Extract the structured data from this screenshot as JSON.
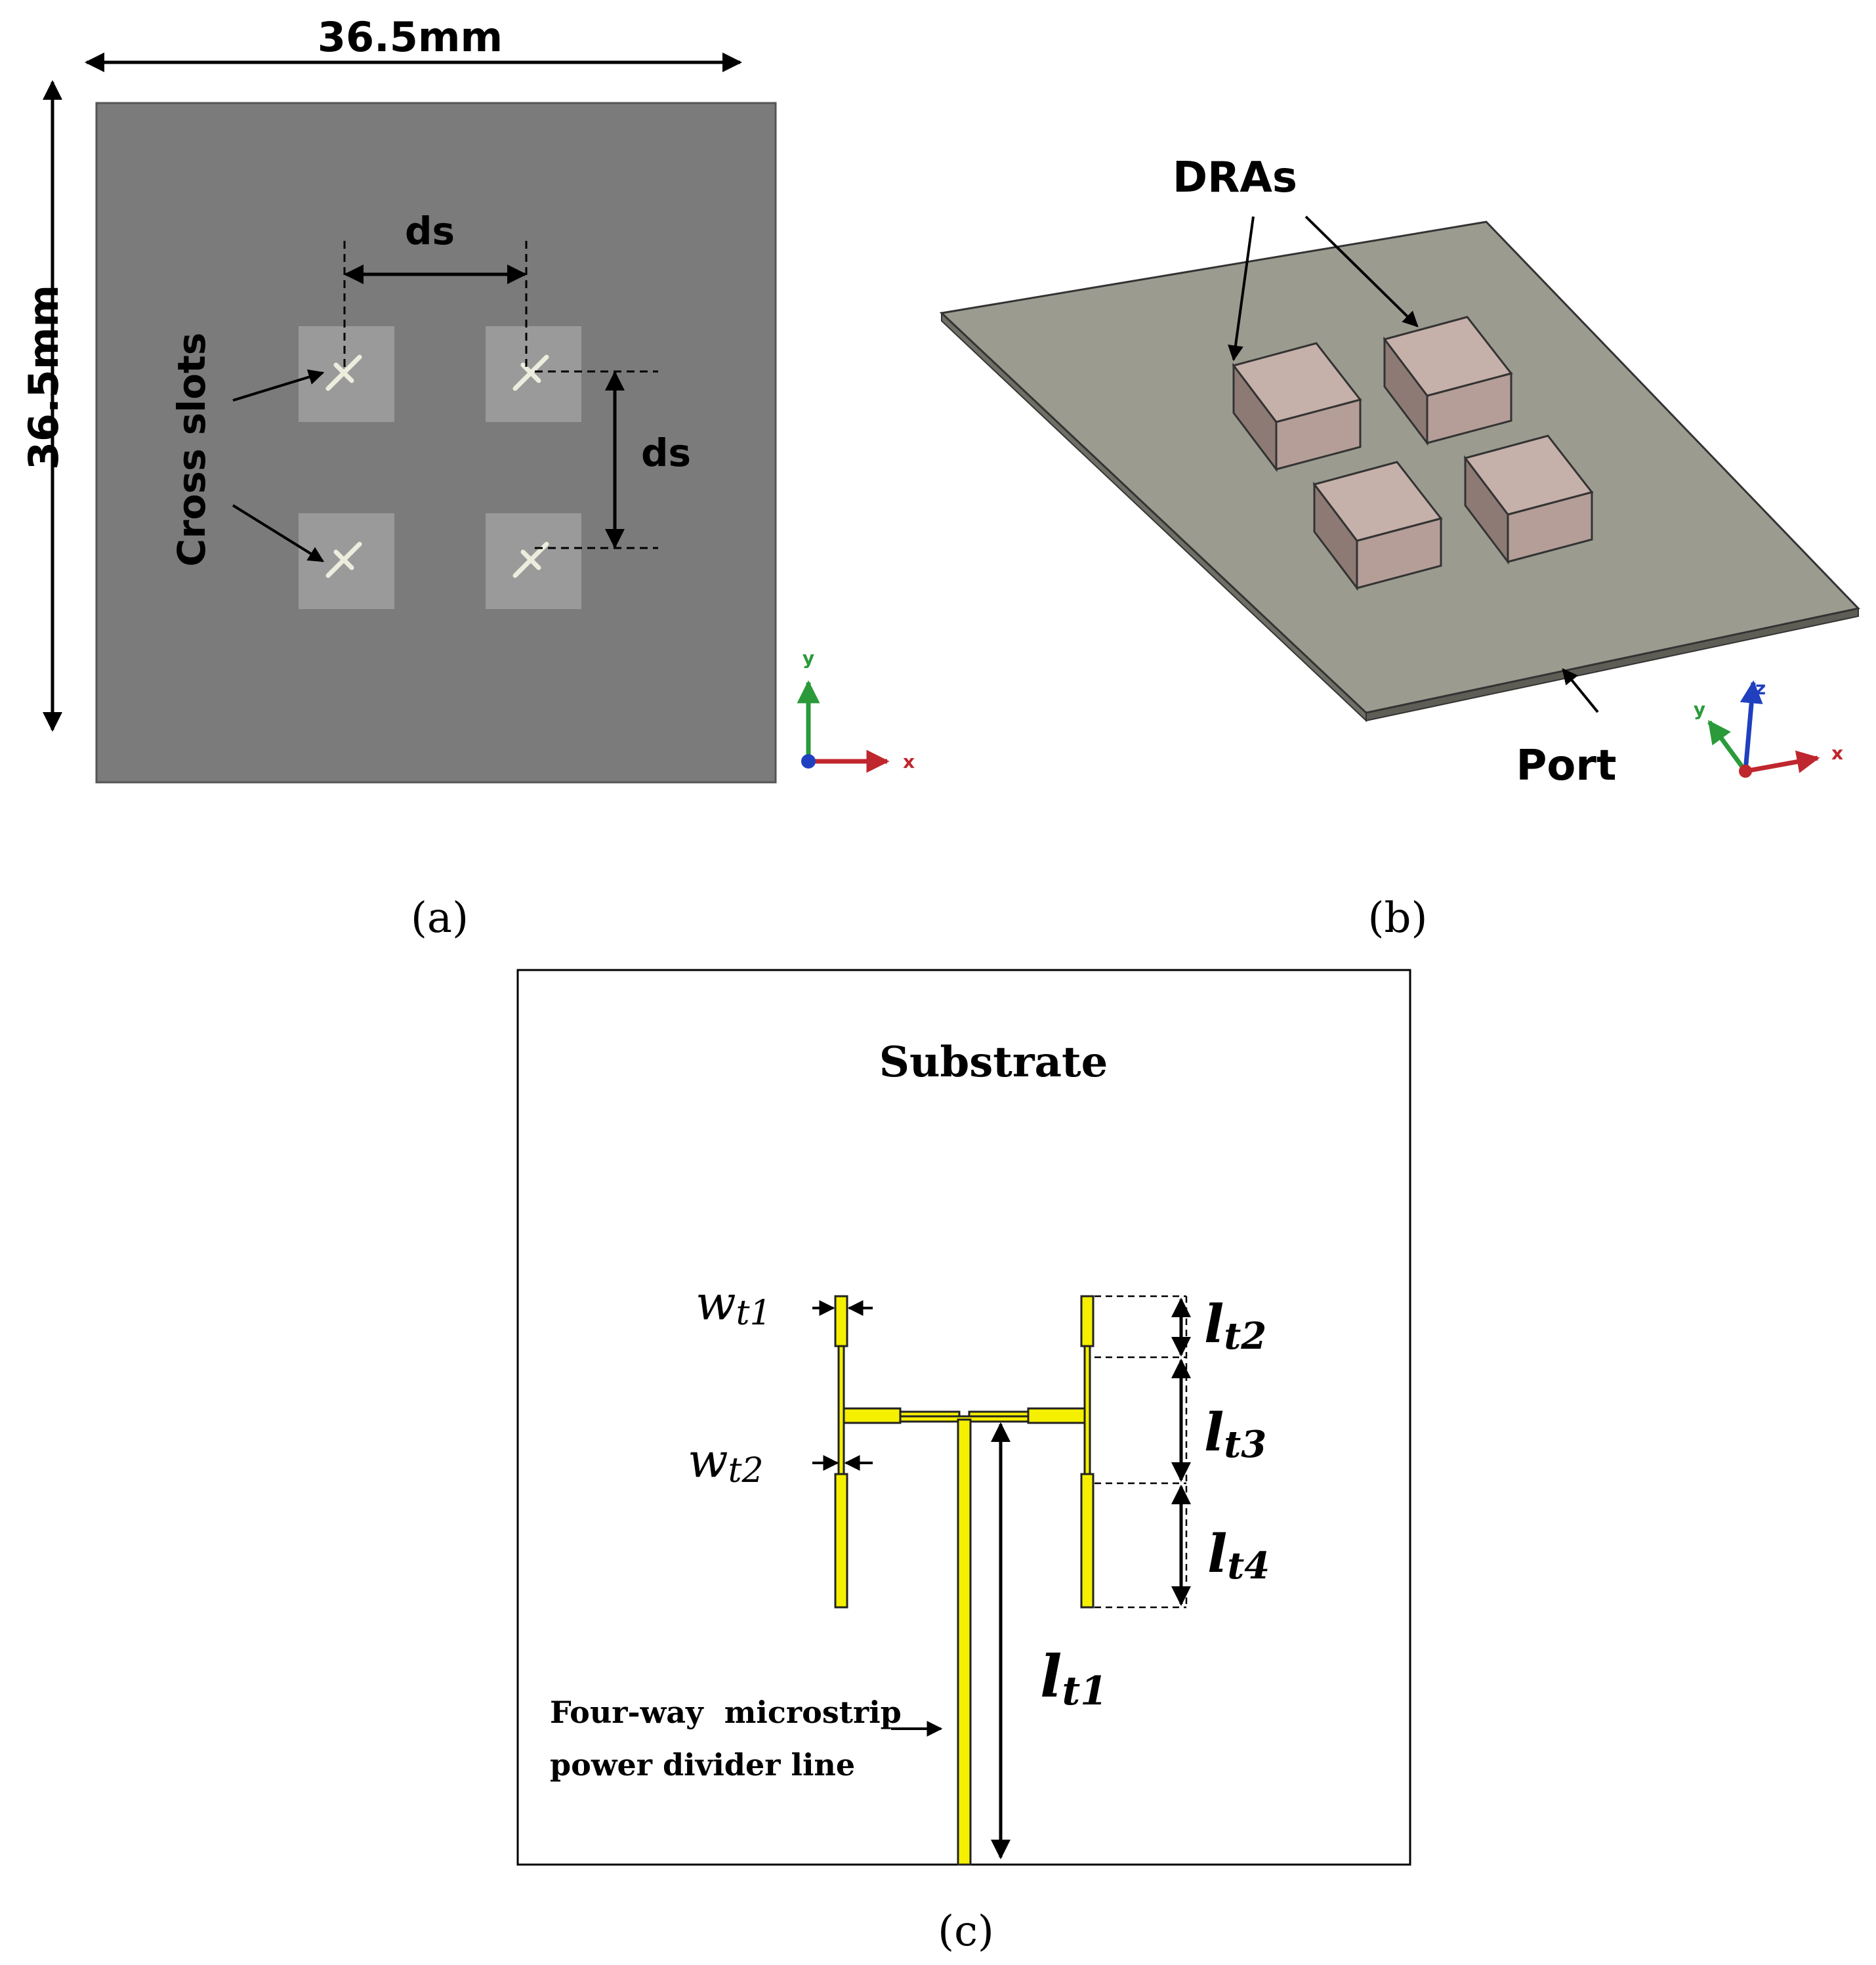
{
  "panel_a": {
    "caption": "(a)",
    "width_label": "36.5mm",
    "height_label": "36.5mm",
    "spacing_label_h": "ds",
    "spacing_label_v": "ds",
    "slots_label": "Cross slots",
    "axis_y": "y",
    "axis_x": "x",
    "colors": {
      "ground": "#7b7b7b",
      "slot_patch": "#9a9a9a"
    }
  },
  "panel_b": {
    "caption": "(b)",
    "dras_label": "DRAs",
    "port_label": "Port",
    "axis_z": "z",
    "axis_y": "y",
    "axis_x": "x",
    "colors": {
      "substrate": "#9b9b90",
      "dra": "#b59e98"
    }
  },
  "panel_c": {
    "caption": "(c)",
    "substrate_label": "Substrate",
    "w_t1": {
      "main": "w",
      "sub": "t1"
    },
    "w_t2": {
      "main": "w",
      "sub": "t2"
    },
    "l_t1": {
      "main": "l",
      "sub": "t1"
    },
    "l_t2": {
      "main": "l",
      "sub": "t2"
    },
    "l_t3": {
      "main": "l",
      "sub": "t3"
    },
    "l_t4": {
      "main": "l",
      "sub": "t4"
    },
    "feed_label_line1": "Four-way  microstrip",
    "feed_label_line2": "power divider line",
    "colors": {
      "microstrip": "#f5f000"
    }
  }
}
